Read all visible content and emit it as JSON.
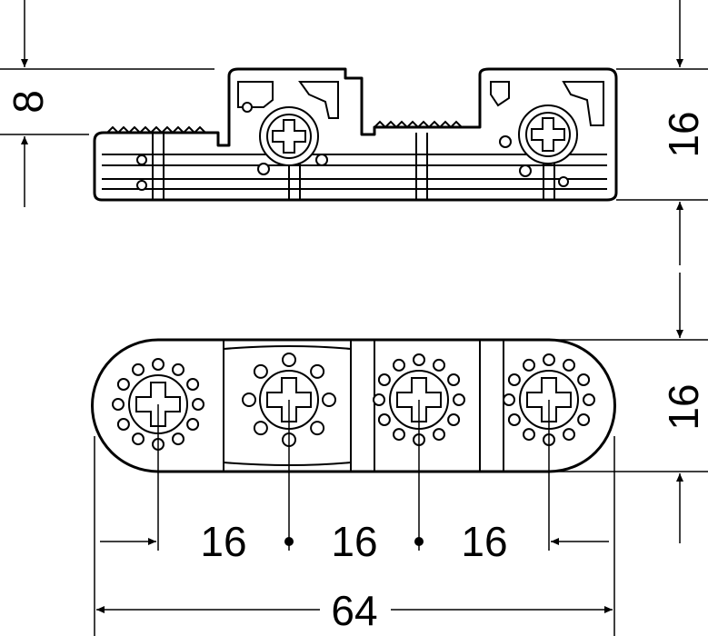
{
  "drawing": {
    "side_view": {
      "height_label": "8",
      "right_height_label": "16"
    },
    "top_view": {
      "height_label": "16",
      "pitch_labels": [
        "16",
        "16",
        "16"
      ],
      "overall_label": "64"
    }
  }
}
